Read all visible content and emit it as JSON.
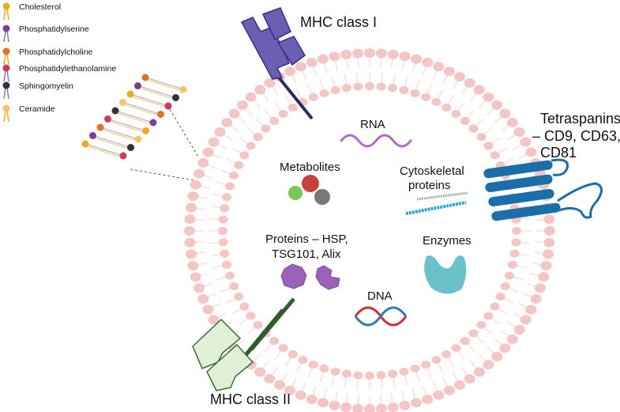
{
  "legend": {
    "items": [
      {
        "label": "Cholesterol",
        "color": "#f2a81d",
        "tail": "#f2a81d"
      },
      {
        "label": "Phosphatidylserine",
        "color": "#7b3f98",
        "tail": "#8a7db3"
      },
      {
        "label": "Phosphatidylcholine",
        "color": "#e0702a",
        "tail": "#f2a81d"
      },
      {
        "label": "Phosphatidylethanolamine",
        "color": "#d13a56",
        "tail": "#8a7db3"
      },
      {
        "label": "Sphingomyelin",
        "color": "#333333",
        "tail": "#8a7db3"
      },
      {
        "label": "Ceramide",
        "color": "#f7c46c",
        "tail": "#f2a81d"
      }
    ]
  },
  "labels": {
    "mhc1": "MHC class I",
    "mhc2": "MHC class II",
    "rna": "RNA",
    "metabolites": "Metabolites",
    "cytoskeletal_1": "Cytoskeletal",
    "cytoskeletal_2": "proteins",
    "tetraspanins_1": "Tetraspanins",
    "tetraspanins_2": "– CD9, CD63,",
    "tetraspanins_3": "CD81",
    "proteins_1": "Proteins – HSP,",
    "proteins_2": "TSG101, Alix",
    "enzymes": "Enzymes",
    "dna": "DNA"
  },
  "colors": {
    "membrane_head": "#f5c4c4",
    "membrane_tail": "#f7d9d9",
    "mhc1": "#6a5fb5",
    "mhc1_stroke": "#3b2f7a",
    "mhc2_fill": "#dff0d6",
    "mhc2_stroke": "#3d6b35",
    "mhc2_stem": "#2e5c2a",
    "tetraspanin": "#1a6fa8",
    "rna": "#b26bc4",
    "enzyme": "#6cc0c8",
    "protein": "#9a62b8",
    "dna_red": "#d12f2f",
    "dna_blue": "#2c7bb6"
  }
}
